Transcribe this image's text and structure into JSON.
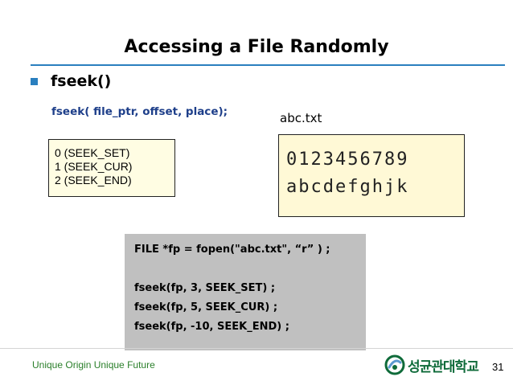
{
  "slide": {
    "title": "Accessing a File Randomly",
    "bullet": "fseek()",
    "signature": "fseek( file_ptr, offset, place);",
    "filename": "abc.txt",
    "seek_constants": [
      "0 (SEEK_SET)",
      "1 (SEEK_CUR)",
      "2 (SEEK_END)"
    ],
    "file_contents": [
      "0123456789",
      "abcdefghjk"
    ],
    "code_lines": [
      "FILE *fp = fopen(\"abc.txt\", “r” ) ;",
      "",
      "fseek(fp, 3, SEEK_SET) ;",
      "fseek(fp, 5, SEEK_CUR) ;",
      "fseek(fp, -10, SEEK_END) ;"
    ]
  },
  "footer": {
    "tagline": "Unique Origin Unique Future",
    "logo_text": "성균관대학교",
    "logo_icon": "skku-emblem-icon",
    "page_number": "31"
  },
  "colors": {
    "accent": "#2a7fbf",
    "signature": "#1e3f8a",
    "seek_box_bg": "#fffde3",
    "file_box_bg": "#fff9d6",
    "code_box_bg": "#c0c0c0",
    "footer_green": "#2a7f2a"
  }
}
